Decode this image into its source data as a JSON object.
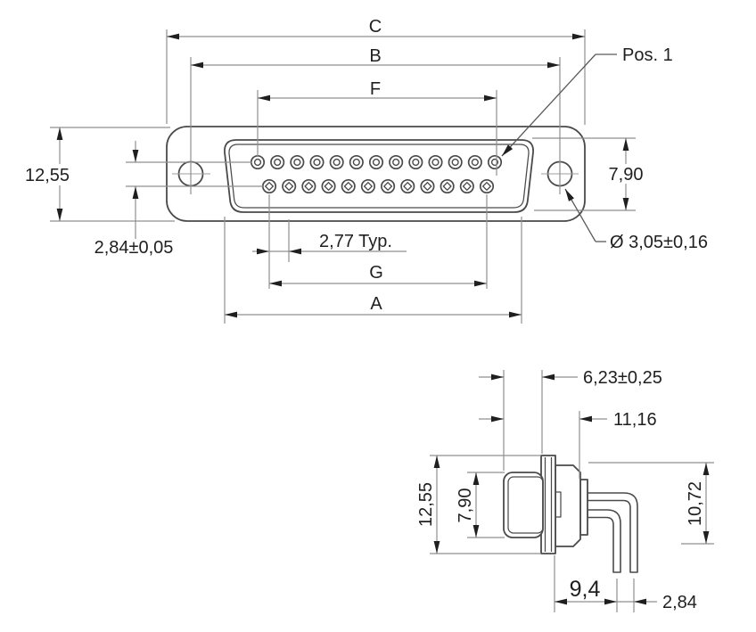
{
  "front_view": {
    "labels": {
      "dim_c": "C",
      "dim_b": "B",
      "dim_f": "F",
      "dim_g": "G",
      "dim_a": "A",
      "flange_height": "12,55",
      "row_spacing": "2,84±0,05",
      "pin_pitch": "2,77 Typ.",
      "hole_offset": "7,90",
      "hole_diameter": "Ø 3,05±0,16",
      "pos1": "Pos. 1"
    },
    "pins": {
      "top_row_count": 13,
      "bottom_row_count": 12
    }
  },
  "side_view": {
    "labels": {
      "shell_protrusion": "6,23±0,25",
      "mating_depth": "11,16",
      "flange_height": "12,55",
      "shell_height": "7,90",
      "pin_length": "10,72",
      "pin_setback": "9,4",
      "pin_row_offset": "2,84"
    }
  },
  "colors": {
    "background": "#ffffff",
    "outline": "#4a4a4a",
    "dim_line": "#8f8f8f",
    "centerline": "#9e9e9e",
    "arrow": "#1f1f1f",
    "text": "#1f1f1f"
  }
}
